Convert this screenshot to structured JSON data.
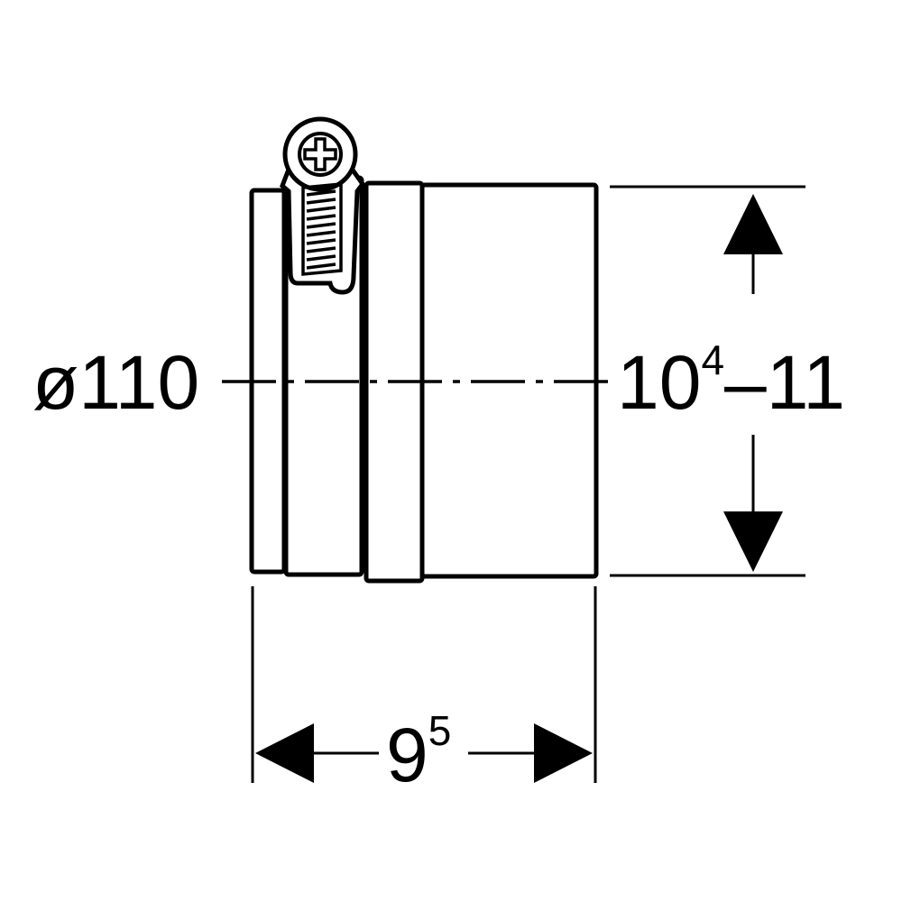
{
  "diagram": {
    "diameter_label": "ø110",
    "height_label": {
      "base": "10",
      "sup": "4",
      "rest": "–11"
    },
    "length_label": {
      "base": "9",
      "sup": "5"
    },
    "colors": {
      "stroke": "#000000",
      "background": "#ffffff"
    }
  }
}
